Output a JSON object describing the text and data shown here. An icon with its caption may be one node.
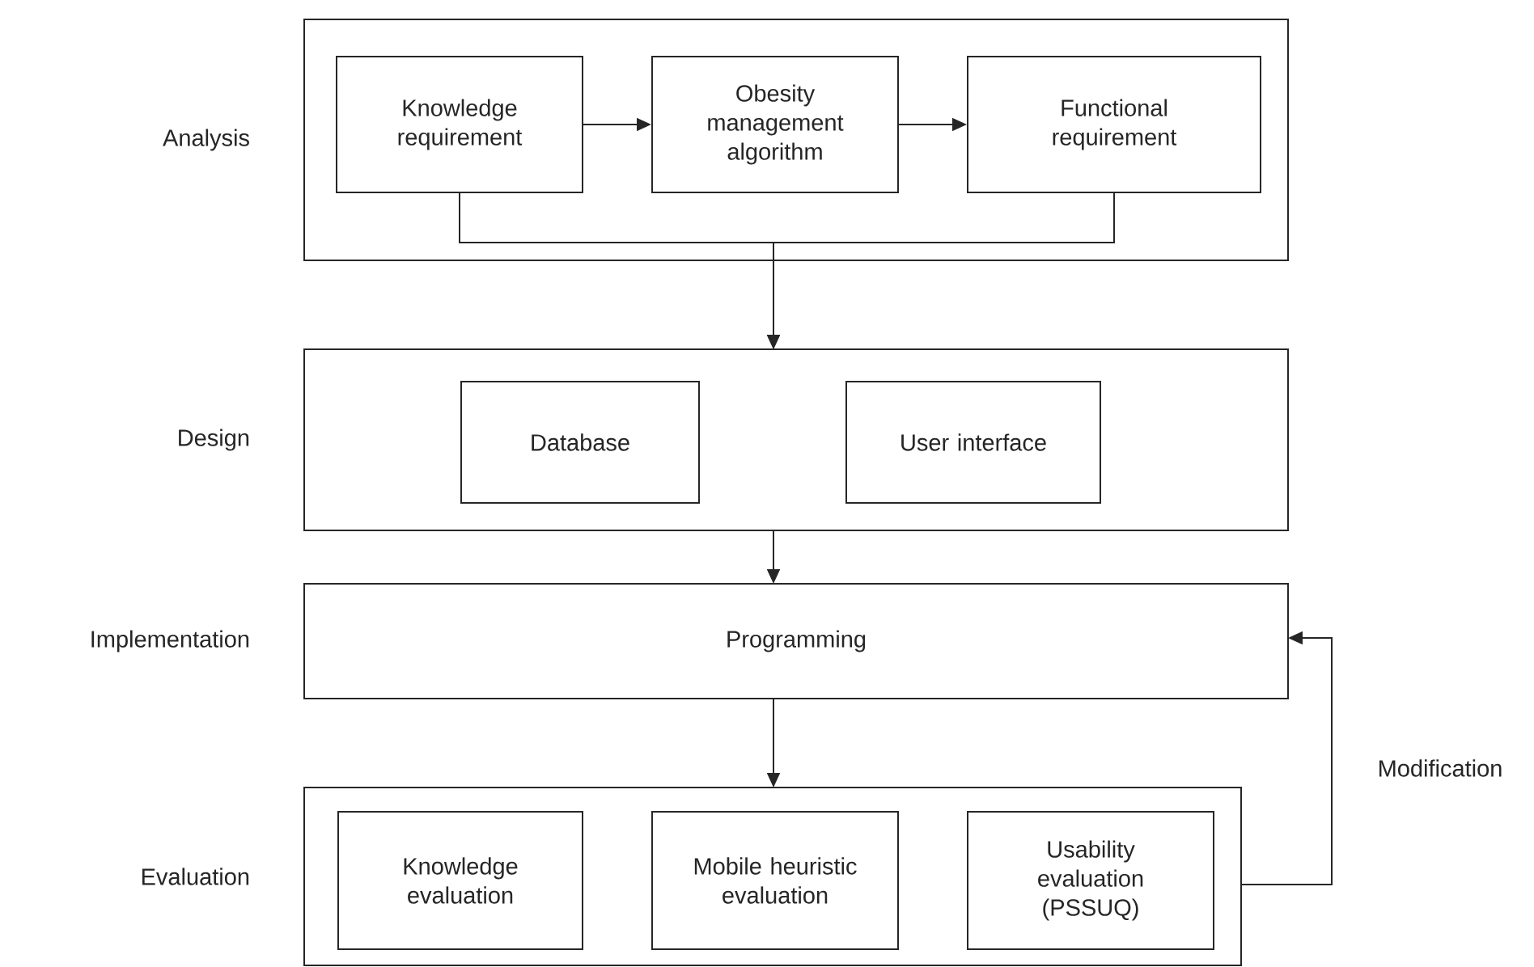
{
  "diagram": {
    "nodes": [
      {
        "text": [
          "Analysis"
        ]
      },
      {
        "text": [
          "Knowledge requirement"
        ],
        "in": 0
      },
      {
        "text": [
          "Obesity management algorithm"
        ],
        "in": 0
      },
      {
        "text": [
          "Functional requirement"
        ],
        "in": 0
      },
      {
        "text": [
          "Design"
        ]
      },
      {
        "text": [
          "Database"
        ],
        "in": 4
      },
      {
        "text": [
          "User interface"
        ],
        "in": 4
      },
      {
        "text": [
          "Implementation",
          "Programming"
        ]
      },
      {
        "text": [
          "Evaluation"
        ]
      },
      {
        "text": [
          "Knowledge evaluation"
        ],
        "in": 8
      },
      {
        "text": [
          "Mobile heuristic evaluation"
        ],
        "in": 8
      },
      {
        "text": [
          "Usability evaluation (PSSUQ)"
        ],
        "in": 8
      }
    ],
    "edges": [
      {
        "from": 1,
        "to": 2,
        "arrow": "to"
      },
      {
        "from": 2,
        "to": 3,
        "arrow": "to"
      },
      {
        "from": 1,
        "to": 4,
        "arrow": "to"
      },
      {
        "from": 3,
        "to": 4,
        "arrow": "to"
      },
      {
        "from": 4,
        "to": 7,
        "arrow": "to"
      },
      {
        "from": 7,
        "to": 8,
        "arrow": "to"
      },
      {
        "from": 8,
        "to": 7,
        "arrow": "to",
        "label": "Modification"
      }
    ]
  }
}
